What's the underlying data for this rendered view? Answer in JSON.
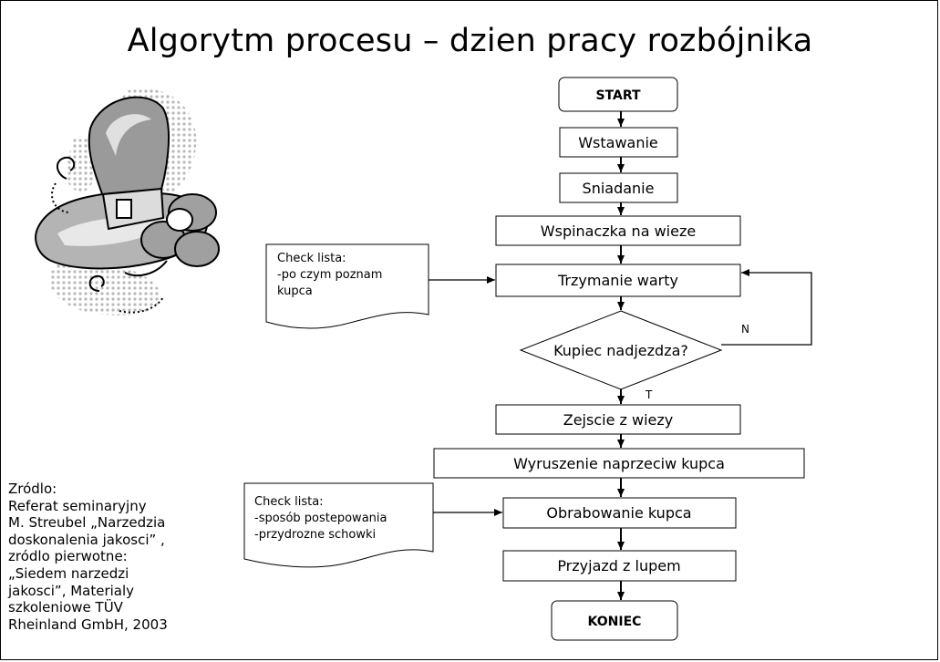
{
  "title": "Algorytm procesu – dzien pracy rozbójnika",
  "flow": {
    "start": "START",
    "steps": [
      "Wstawanie",
      "Sniadanie",
      "Wspinaczka na wieze",
      "Trzymanie warty",
      "Zejscie z wiezy",
      "Wyruszenie naprzeciw kupca",
      "Obrabowanie kupca",
      "Przyjazd z lupem"
    ],
    "decision": "Kupiec nadjezdza?",
    "decision_no": "N",
    "decision_yes": "T",
    "end": "KONIEC"
  },
  "notes": [
    {
      "lines": [
        "Check lista:",
        "-po czym poznam",
        "kupca"
      ]
    },
    {
      "lines": [
        "Check lista:",
        "-sposób postepowania",
        "-przydrozne schowki"
      ]
    }
  ],
  "source": [
    "Zródlo:",
    "Referat seminaryjny",
    "M. Streubel „Narzedzia",
    "doskonalenia jakosci” ,",
    "zródlo pierwotne:",
    "„Siedem narzedzi",
    "jakosci”, Materialy",
    "szkoleniowe TÜV",
    "Rheinland GmbH, 2003"
  ],
  "clipart": "hat-and-flower-clipart",
  "colors": {
    "line": "#000000",
    "fill": "#ffffff",
    "clipart_gray": "#a8a8a8",
    "clipart_light": "#d0d0d0"
  }
}
